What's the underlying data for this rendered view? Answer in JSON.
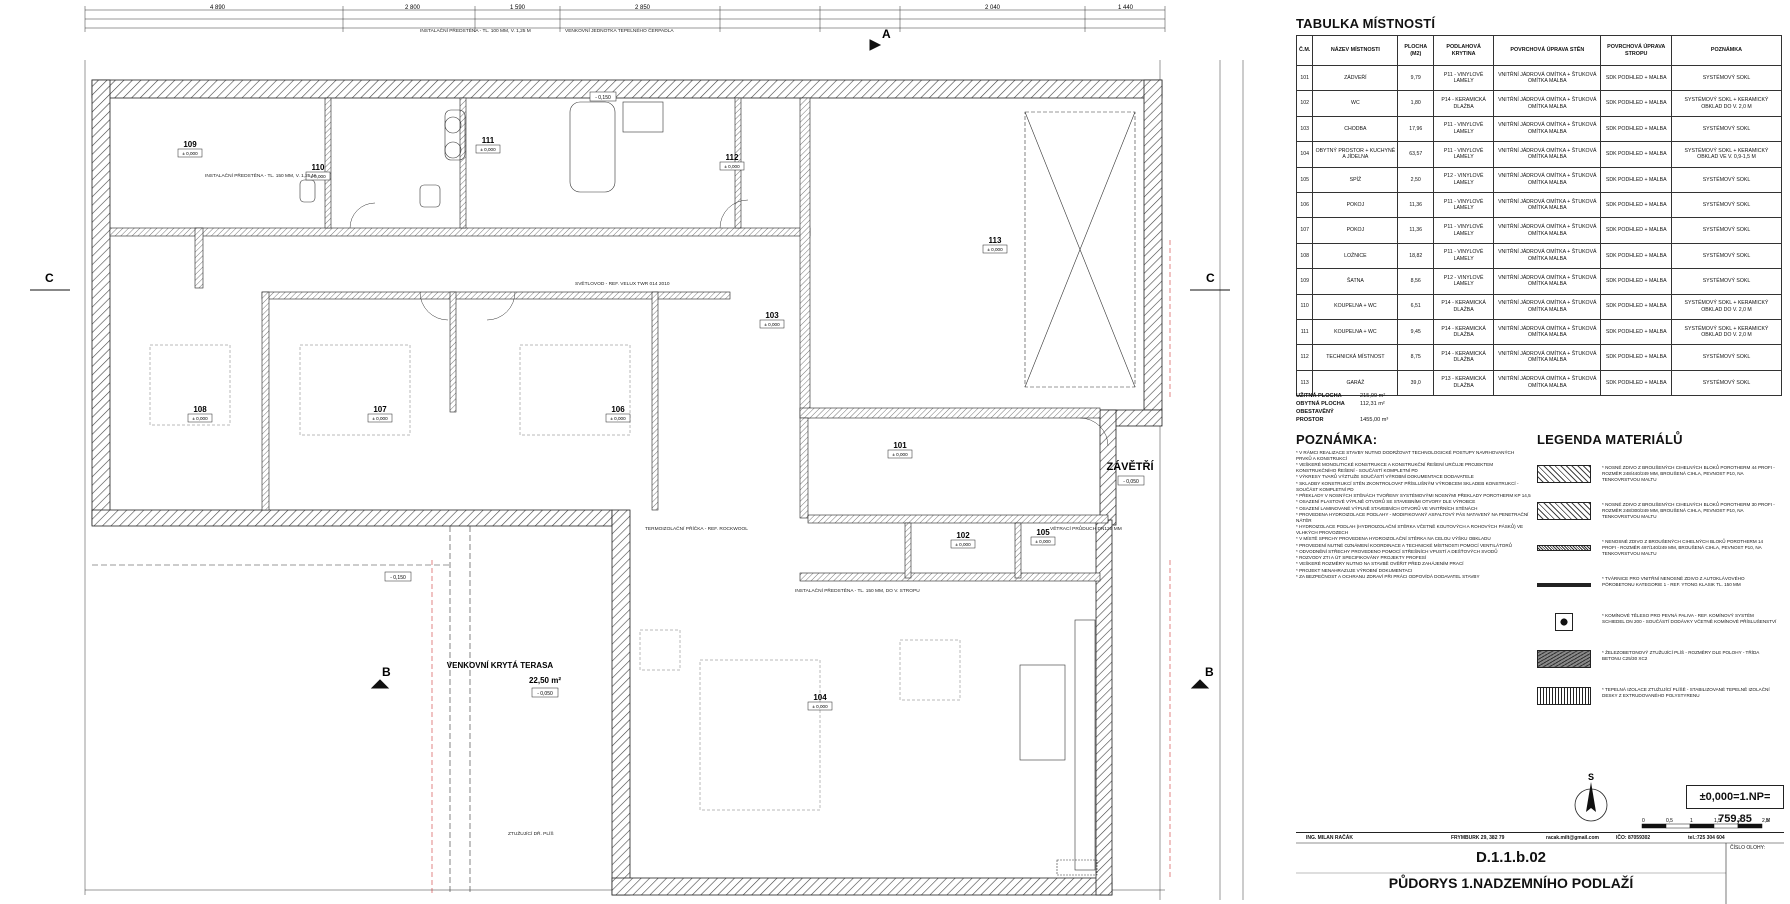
{
  "plan": {
    "rooms": [
      {
        "id": "109",
        "elev": "± 0,000"
      },
      {
        "id": "110",
        "elev": "± 0,000"
      },
      {
        "id": "111",
        "elev": "± 0,000"
      },
      {
        "id": "112",
        "elev": "± 0,000"
      },
      {
        "id": "113",
        "elev": "± 0,000"
      },
      {
        "id": "108",
        "elev": "± 0,000"
      },
      {
        "id": "107",
        "elev": "± 0,000"
      },
      {
        "id": "106",
        "elev": "± 0,000"
      },
      {
        "id": "103",
        "elev": "± 0,000"
      },
      {
        "id": "101",
        "elev": "± 0,000"
      },
      {
        "id": "102",
        "elev": "± 0,000"
      },
      {
        "id": "105",
        "elev": "± 0,000"
      },
      {
        "id": "104",
        "elev": "± 0,000"
      }
    ],
    "section_marks": [
      "A",
      "B",
      "B",
      "C",
      "C"
    ],
    "terrace_title": "VENKOVNÍ KRYTÁ TERASA",
    "terrace_area": "22,50 m²",
    "terrace_elev": "- 0,050",
    "zaveti_title": "ZÁVĚTŘÍ",
    "zaveti_elev": "- 0,050",
    "elev_label_1": "- 0,150",
    "elev_label_2": "- 0,150",
    "top_dims": [
      "4 890",
      "2 800",
      "1 590",
      "2 850",
      "2 040",
      "1 440"
    ],
    "notes_small": [
      "INSTALAČNÍ PŘEDSTĚNA - TL. 150 MM, V. 1,25 M",
      "INSTALAČNÍ PŘEDSTĚNA - TL. 100 MM, V. 1,25 M",
      "VENKOVNÍ JEDNOTKA TEPELNÉHO ČERPADLA",
      "SVĚTLOVOD - REF. VELUX TWR 014 2010",
      "TERMOIZOLAČNÍ PŘÍČKA - REF. ROCKWOOL",
      "INSTALAČNÍ PŘEDSTĚNA - TL. 150 MM, DO V. STROPU",
      "VĚTRACÍ PRŮDUCH DN125 MM",
      "ZTUŽUJÍCÍ DŘ. PLÍŠ"
    ]
  },
  "table": {
    "title": "TABULKA MÍSTNOSTÍ",
    "headers": [
      "Č.M.",
      "NÁZEV MÍSTNOSTI",
      "PLOCHA (M2)",
      "PODLAHOVÁ KRYTINA",
      "POVRCHOVÁ ÚPRAVA STĚN",
      "POVRCHOVÁ ÚPRAVA STROPU",
      "POZNÁMKA"
    ],
    "rows": [
      [
        "101",
        "ZÁDVEŘÍ",
        "9,79",
        "P11 - VINYLOVÉ LAMELY",
        "VNITŘNÍ JÁDROVÁ OMÍTKA + ŠTUKOVÁ OMÍTKA MALBA",
        "SDK PODHLED + MALBA",
        "SYSTÉMOVÝ SOKL"
      ],
      [
        "102",
        "WC",
        "1,80",
        "P14 - KERAMICKÁ DLAŽBA",
        "VNITŘNÍ JÁDROVÁ OMÍTKA + ŠTUKOVÁ OMÍTKA MALBA",
        "SDK PODHLED + MALBA",
        "SYSTÉMOVÝ SOKL + KERAMICKÝ OBKLAD DO V. 2,0 M"
      ],
      [
        "103",
        "CHODBA",
        "17,96",
        "P11 - VINYLOVÉ LAMELY",
        "VNITŘNÍ JÁDROVÁ OMÍTKA + ŠTUKOVÁ OMÍTKA MALBA",
        "SDK PODHLED + MALBA",
        "SYSTÉMOVÝ SOKL"
      ],
      [
        "104",
        "OBYTNÝ PROSTOR + KUCHYNĚ A JÍDELNA",
        "63,57",
        "P11 - VINYLOVÉ LAMELY",
        "VNITŘNÍ JÁDROVÁ OMÍTKA + ŠTUKOVÁ OMÍTKA MALBA",
        "SDK PODHLED + MALBA",
        "SYSTÉMOVÝ SOKL + KERAMICKÝ OBKLAD VE V. 0,9-1,5 M"
      ],
      [
        "105",
        "SPÍŽ",
        "2,50",
        "P12 - VINYLOVÉ LAMELY",
        "VNITŘNÍ JÁDROVÁ OMÍTKA + ŠTUKOVÁ OMÍTKA MALBA",
        "SDK PODHLED + MALBA",
        "SYSTÉMOVÝ SOKL"
      ],
      [
        "106",
        "POKOJ",
        "11,36",
        "P11 - VINYLOVÉ LAMELY",
        "VNITŘNÍ JÁDROVÁ OMÍTKA + ŠTUKOVÁ OMÍTKA MALBA",
        "SDK PODHLED + MALBA",
        "SYSTÉMOVÝ SOKL"
      ],
      [
        "107",
        "POKOJ",
        "11,36",
        "P11 - VINYLOVÉ LAMELY",
        "VNITŘNÍ JÁDROVÁ OMÍTKA + ŠTUKOVÁ OMÍTKA MALBA",
        "SDK PODHLED + MALBA",
        "SYSTÉMOVÝ SOKL"
      ],
      [
        "108",
        "LOŽNICE",
        "18,82",
        "P11 - VINYLOVÉ LAMELY",
        "VNITŘNÍ JÁDROVÁ OMÍTKA + ŠTUKOVÁ OMÍTKA MALBA",
        "SDK PODHLED + MALBA",
        "SYSTÉMOVÝ SOKL"
      ],
      [
        "109",
        "ŠATNA",
        "8,56",
        "P12 - VINYLOVÉ LAMELY",
        "VNITŘNÍ JÁDROVÁ OMÍTKA + ŠTUKOVÁ OMÍTKA MALBA",
        "SDK PODHLED + MALBA",
        "SYSTÉMOVÝ SOKL"
      ],
      [
        "110",
        "KOUPELNA + WC",
        "6,51",
        "P14 - KERAMICKÁ DLAŽBA",
        "VNITŘNÍ JÁDROVÁ OMÍTKA + ŠTUKOVÁ OMÍTKA MALBA",
        "SDK PODHLED + MALBA",
        "SYSTÉMOVÝ SOKL + KERAMICKÝ OBKLAD DO V. 2,0 M"
      ],
      [
        "111",
        "KOUPELNA + WC",
        "9,45",
        "P14 - KERAMICKÁ DLAŽBA",
        "VNITŘNÍ JÁDROVÁ OMÍTKA + ŠTUKOVÁ OMÍTKA MALBA",
        "SDK PODHLED + MALBA",
        "SYSTÉMOVÝ SOKL + KERAMICKÝ OBKLAD DO V. 2,0 M"
      ],
      [
        "112",
        "TECHNICKÁ MÍSTNOST",
        "8,75",
        "P14 - KERAMICKÁ DLAŽBA",
        "VNITŘNÍ JÁDROVÁ OMÍTKA + ŠTUKOVÁ OMÍTKA MALBA",
        "SDK PODHLED + MALBA",
        "SYSTÉMOVÝ SOKL"
      ],
      [
        "113",
        "GARÁŽ",
        "39,0",
        "P13 - KERAMICKÁ DLAŽBA",
        "VNITŘNÍ JÁDROVÁ OMÍTKA + ŠTUKOVÁ OMÍTKA MALBA",
        "SDK PODHLED + MALBA",
        "SYSTÉMOVÝ SOKL"
      ]
    ],
    "totals": [
      {
        "label": "UŽITNÁ PLOCHA",
        "value": "215,99 m²"
      },
      {
        "label": "OBYTNÁ PLOCHA",
        "value": "112,31 m²"
      },
      {
        "label": "OBESTAVĚNÝ PROSTOR",
        "value": "1455,00 m³"
      }
    ]
  },
  "notes": {
    "title": "POZNÁMKA:",
    "items": [
      "* V RÁMCI REALIZACE STAVBY NUTNO DODRŽOVAT TECHNOLOGICKÉ POSTUPY NAVRHOVANÝCH PRVKŮ A KONSTRUKCÍ",
      "* VEŠKERÉ MONOLITICKÉ KONSTRUKCE A KONSTRUKČNÍ ŘEŠENÍ URČUJE PROJEKTEM KONSTRUKČNÍHO ŘEŠENÍ - SOUČÁSTÍ KOMPLETNÍ PD",
      "* VÝKRESY TVARŮ VÝZTUŽE SOUČÁSTÍ VÝROBNÍ DOKUMENTACE DODAVATELE",
      "* SKLADBY KONSTRUKCÍ STĚN ZKONTROLOVAT PŘÍSLUŠNÝM VÝROBCEM SKLADEB KONSTRUKCÍ - SOUČÁST KOMPLETNÍ PD",
      "* PŘEKLADY V NOSNÝCH STĚNÁCH TVOŘENY SYSTÉMOVÝMI NOSNÝMI PŘEKLADY POROTHERM KP 14,5",
      "* OSAZENÍ PLASTOVÉ VÝPLNĚ OTVORŮ SE STAVEBNÍMI OTVORY DLE VÝROBCE",
      "* OSAZENÍ LAMINOVANÉ VÝPLNĚ STAVEBNÍCH OTVORŮ VE VNITŘNÍCH STĚNÁCH",
      "* PROVEDENA HYDROIZOLACE PODLAHY - MODIFIKOVANÝ ASFALTOVÝ PÁS NATAVENÝ NA PENETRAČNÍ NÁTĚR",
      "* HYDROIZOLACE PODLAH (HYDROIZOLAČNÍ STĚRKA VČETNĚ KOUTOVÝCH A ROHOVÝCH PÁSKŮ) VE VLHKÝCH PROVOZECH",
      "* V MÍSTĚ SPRCHY PROVEDENA HYDROIZOLAČNÍ STĚRKA NA CELOU VÝŠKU OBKLADU",
      "* PROVEDENÍ NUTNÉ OZNÁMENÍ KOORDINACE A TECHNICKÉ MÍSTNOSTI POMOCÍ VENTILÁTORŮ",
      "* ODVODNĚNÍ STŘECHY PROVEDENO POMOCÍ STŘEŠNÍCH VPUSTÍ A DEŠŤOVÝCH SVODŮ",
      "* ROZVODY ZTI A ÚT SPECIFIKOVÁNY PROJEKTY PROFESÍ",
      "* VEŠKERÉ ROZMĚRY NUTNO NA STAVBĚ OVĚŘIT PŘED ZAHÁJENÍM PRACÍ",
      "* PROJEKT NENAHRAZUJE VÝROBNÍ DOKUMENTACI",
      "* ZA BEZPEČNOST A OCHRANU ZDRAVÍ PŘI PRÁCI ODPOVÍDÁ DODAVATEL STAVBY"
    ]
  },
  "legend": {
    "title": "LEGENDA MATERIÁLŮ",
    "items": [
      "* NOSNÉ ZDIVO Z BROUŠENÝCH CIHELNÝCH BLOKŮ POROTHERM 44 PROFI - ROZMĚR 248/440/249 MM, BROUŠENÁ CIHLA, PEVNOST P10, NA TENKOVRSTVOU MALTU",
      "* NOSNÉ ZDIVO Z BROUŠENÝCH CIHELNÝCH BLOKŮ POROTHERM 30 PROFI - ROZMĚR 248/300/249 MM, BROUŠENÁ CIHLA, PEVNOST P10, NA TENKOVRSTVOU MALTU",
      "* NENOSNÉ ZDIVO Z BROUŠENÝCH CIHELNÝCH BLOKŮ POROTHERM 14 PROFI - ROZMĚR 497/140/249 MM, BROUŠENÁ CIHLA, PEVNOST P10, NA TENKOVRSTVOU MALTU",
      "* TVÁRNICE PRO VNITŘNÍ NENOSNÉ ZDIVO Z AUTOKLÁVOVÉHO PÓROBETONU KATEGORIE 1 - REF. YTONG KLASIK TL. 150 MM",
      "* KOMÍNOVÉ TĚLESO PRO PEVNÁ PALIVA - REF. KOMÍNOVÝ SYSTÉM SCHIEDEL DN 200 - SOUČÁSTÍ DODÁVKY VČETNĚ KOMÍNOVÉ PŘÍSLUŠENSTVÍ",
      "* ŽELEZOBETONOVÝ ZTUŽUJÍCÍ PLÍŠ - ROZMĚRY DLE POLOHY - TŘÍDA BETONU C25/30 XC2",
      "* TEPELNÁ IZOLACE ZTUŽUJÍCÍ PLÍŠĚ - STABILIZOVANÉ TEPELNĚ IZOLAČNÍ DESKY Z EXTRUDOVANÉHO POLYSTYRENU"
    ]
  },
  "level": "±0,000=1.NP= 759,85",
  "scale": {
    "ticks": [
      "0",
      "0,5",
      "1",
      "1,5",
      "2",
      "2,5"
    ],
    "unit": "M"
  },
  "north": "S",
  "stamp": {
    "author": "ING. MILAN RAČÁK",
    "address": "FRYMBURK 29, 382 79",
    "email": "racak.milt@gmail.com",
    "ico": "IČO: 87059302",
    "tel": "tel.:725 304 604",
    "code": "D.1.1.b.02",
    "title": "PŮDORYS 1.NADZEMNÍHO PODLAŽÍ",
    "sheet_label": "ČÍSLO OLOHY:"
  }
}
